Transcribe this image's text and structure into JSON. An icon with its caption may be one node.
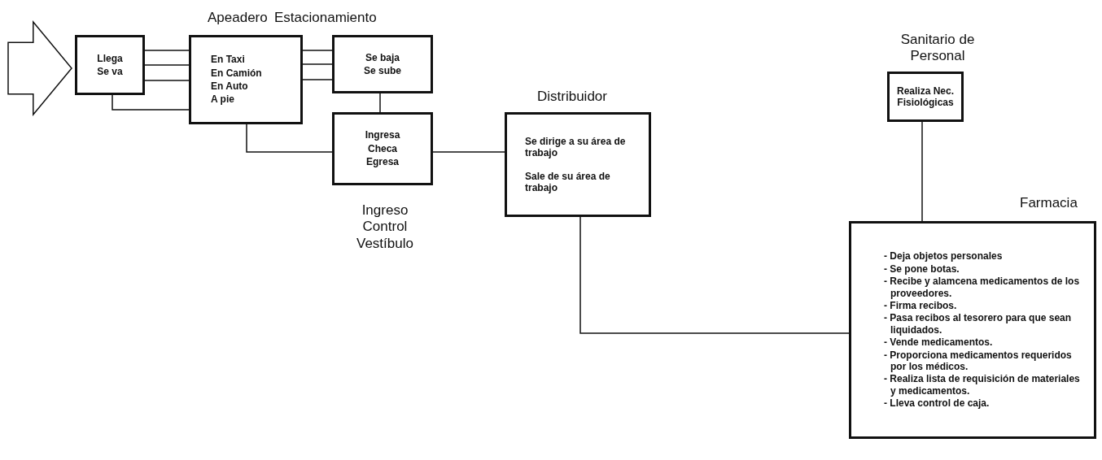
{
  "diagram": {
    "nodes": [
      {
        "text": [],
        "shape": "arrow"
      },
      {
        "text": [
          "Llega",
          "Se va"
        ]
      },
      {
        "text": [
          "Apeadero",
          "En Taxi",
          "En Camión",
          "En Auto",
          "A pie"
        ]
      },
      {
        "text": [
          "Estacionamiento",
          "Se baja",
          "Se sube"
        ]
      },
      {
        "text": [
          "Ingresa",
          "Checa",
          "Egresa"
        ],
        "beside": [
          "Ingreso Control Vestíbulo"
        ]
      },
      {
        "text": [
          "Distribuidor",
          "Se dirige a su área de trabajo",
          "Sale de su área de trabajo"
        ]
      },
      {
        "text": [
          "Sanitario de Personal",
          "Realiza Nec. Fisiológicas"
        ]
      },
      {
        "text": [
          "Farmacia",
          "- Deja objetos personales",
          "- Se pone botas.",
          "- Recibe y alamcena medicamentos de los proveedores.",
          "- Firma recibos.",
          "- Pasa recibos al tesorero para que sean liquidados.",
          "- Vende medicamentos.",
          "- Proporciona medicamentos requeridos por los médicos.",
          "- Realiza lista de requisición de materiales y medicamentos.",
          "- Lleva control de caja."
        ]
      }
    ],
    "edges": [
      {
        "from": 1,
        "to": 2,
        "arrow": "none"
      },
      {
        "from": 1,
        "to": 2,
        "arrow": "none"
      },
      {
        "from": 1,
        "to": 2,
        "arrow": "none"
      },
      {
        "from": 1,
        "to": 2,
        "arrow": "none"
      },
      {
        "from": 2,
        "to": 3,
        "arrow": "none"
      },
      {
        "from": 2,
        "to": 3,
        "arrow": "none"
      },
      {
        "from": 2,
        "to": 3,
        "arrow": "none"
      },
      {
        "from": 3,
        "to": 4,
        "arrow": "none"
      },
      {
        "from": 2,
        "to": 4,
        "arrow": "none"
      },
      {
        "from": 4,
        "to": 5,
        "arrow": "none"
      },
      {
        "from": 5,
        "to": 7,
        "arrow": "none"
      },
      {
        "from": 6,
        "to": 7,
        "arrow": "none"
      }
    ]
  }
}
